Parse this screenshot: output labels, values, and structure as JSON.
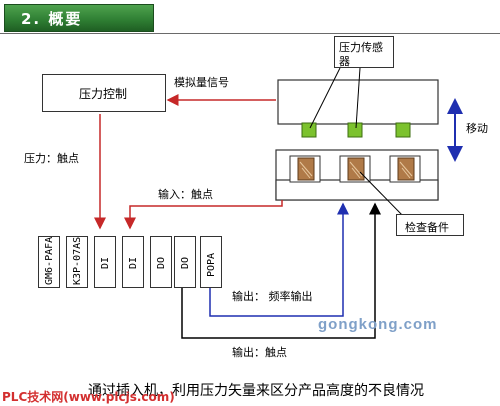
{
  "header": {
    "title": "2. 概要"
  },
  "labels": {
    "pressure_control": "压力控制",
    "analog_signal": "模拟量信号",
    "pressure_sensor_line1": "压力传感",
    "pressure_sensor_line2": "器",
    "move": "移动",
    "pressure_contact": "压力：触点",
    "input_contact": "输入：触点",
    "inspect_part": "检查备件",
    "output_freq": "输出：  频率输出",
    "output_contact": "输出：触点"
  },
  "modules": [
    {
      "id": "m1",
      "text": "GM6-PAFA"
    },
    {
      "id": "m2",
      "text": "K3P-07AS"
    },
    {
      "id": "m3",
      "text": "DI"
    },
    {
      "id": "m4",
      "text": "DI"
    },
    {
      "id": "m5",
      "text": "DO"
    },
    {
      "id": "m6",
      "text": "DO"
    },
    {
      "id": "m7",
      "text": "POPA"
    }
  ],
  "colors": {
    "header_green": "#2e7d32",
    "signal_red": "#c62828",
    "blue_line": "#1f2fb0",
    "black_line": "#000000",
    "sensor_green": "#7cc22e",
    "part_wood": "#b07a48"
  },
  "watermark": "gongkong.com",
  "caption": "通过插入机，利用压力矢量来区分产品高度的不良情况",
  "source": "PLC技术网(www.plcjs.com)"
}
